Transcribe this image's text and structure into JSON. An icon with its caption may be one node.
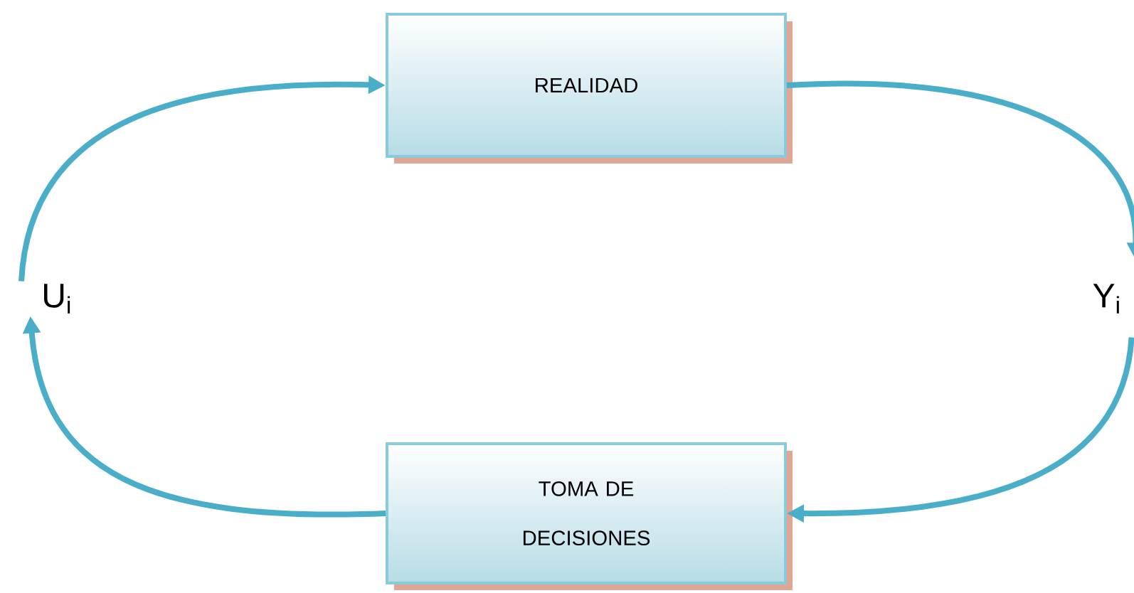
{
  "diagram": {
    "nodes": [
      {
        "text": [
          "REALIDAD"
        ]
      },
      {
        "text": [
          "TOMA DE DECISIONES"
        ]
      },
      {
        "text": [
          "Y$_{i}$"
        ]
      },
      {
        "text": [
          "U$_{i}$"
        ]
      }
    ],
    "edges": [
      {
        "from": 0,
        "to": 2,
        "arrow": "to"
      },
      {
        "from": 2,
        "to": 1,
        "arrow": "to"
      },
      {
        "from": 1,
        "to": 3,
        "arrow": "to"
      },
      {
        "from": 3,
        "to": 0,
        "arrow": "to"
      }
    ]
  }
}
